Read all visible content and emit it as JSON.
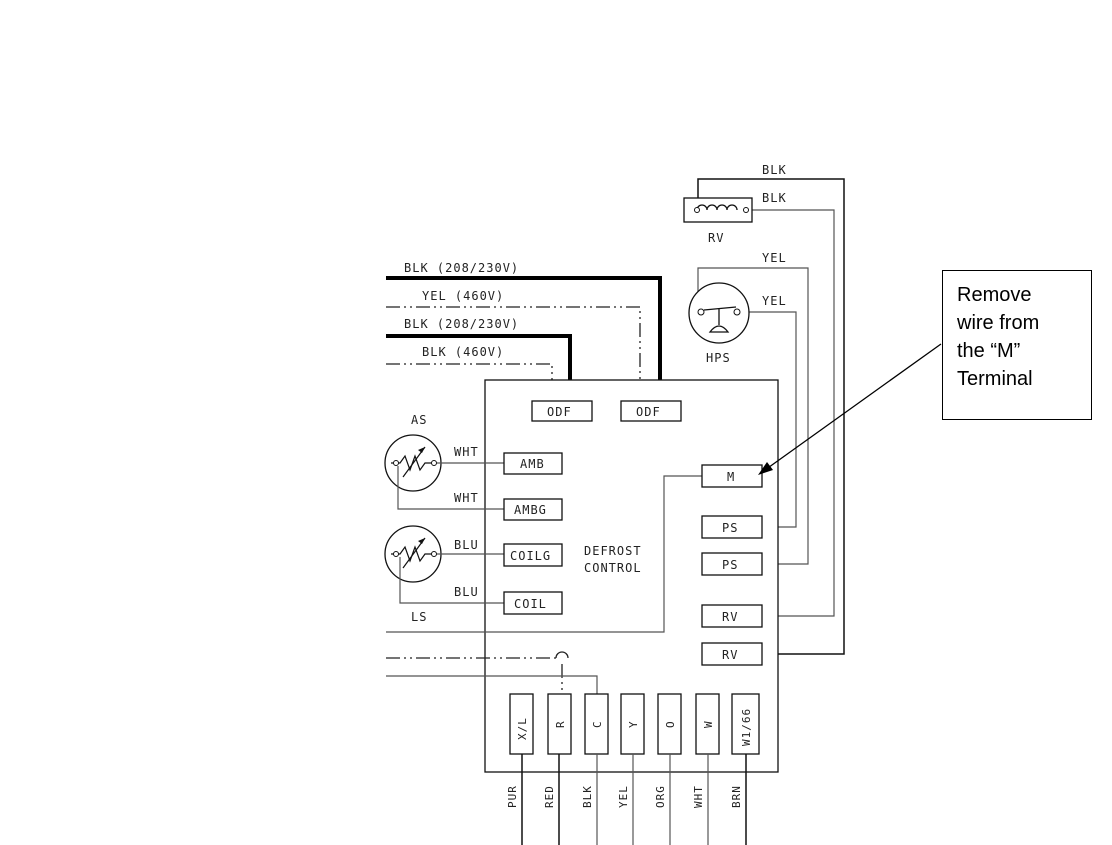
{
  "note": {
    "lines": [
      "Remove",
      "wire from",
      "the “M”",
      "Terminal"
    ]
  },
  "diagram": {
    "top_wires": {
      "blk_1": "BLK",
      "blk_2": "BLK",
      "yel_1": "YEL",
      "yel_2": "YEL"
    },
    "components": {
      "rv": "RV",
      "hps": "HPS",
      "as": "AS",
      "ls": "LS"
    },
    "supply_wires": {
      "blk_208_a": "BLK (208/230V)",
      "yel_460": "YEL (460V)",
      "blk_208_b": "BLK (208/230V)",
      "blk_460": "BLK (460V)"
    },
    "control_label": [
      "DEFROST",
      "CONTROL"
    ],
    "odf_left": "ODF",
    "odf_right": "ODF",
    "left_terminals": {
      "amb": "AMB",
      "ambg": "AMBG",
      "coilg": "COILG",
      "coil": "COIL"
    },
    "left_wire_colors": {
      "wht_1": "WHT",
      "wht_2": "WHT",
      "blu_1": "BLU",
      "blu_2": "BLU"
    },
    "right_terminals": {
      "m": "M",
      "ps_1": "PS",
      "ps_2": "PS",
      "rv_1": "RV",
      "rv_2": "RV"
    },
    "bottom_terminals": [
      "X/L",
      "R",
      "C",
      "Y",
      "O",
      "W",
      "W1/66"
    ],
    "bottom_wire_colors": [
      "PUR",
      "RED",
      "BLK",
      "YEL",
      "ORG",
      "WHT",
      "BRN"
    ]
  }
}
